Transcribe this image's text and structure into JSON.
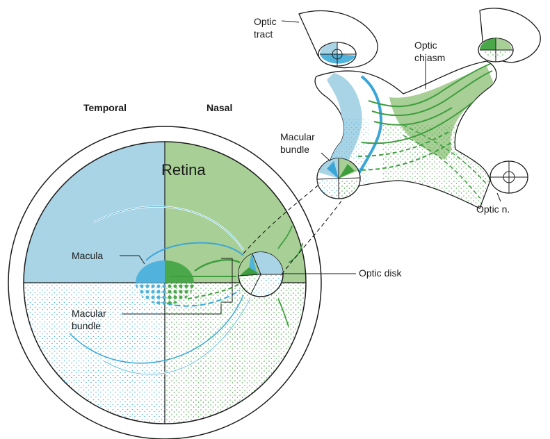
{
  "labels": {
    "temporal": "Temporal",
    "nasal": "Nasal",
    "retina": "Retina",
    "macula": "Macula",
    "macular_bundle_retina_line1": "Macular",
    "macular_bundle_retina_line2": "bundle",
    "optic_disk": "Optic disk",
    "optic_tract_line1": "Optic",
    "optic_tract_line2": "tract",
    "optic_chiasm_line1": "Optic",
    "optic_chiasm_line2": "chiasm",
    "macular_bundle_nerve_line1": "Macular",
    "macular_bundle_nerve_line2": "bundle",
    "optic_nerve": "Optic n."
  },
  "colors": {
    "temporal_blue": "#a9d4e6",
    "nasal_green": "#a8cf96",
    "macula_blue": "#4fb3dc",
    "macula_green": "#4aa84a",
    "fiber_blue": "#3aa6d8",
    "fiber_green": "#3e9e3e",
    "outline": "#1a1a1a"
  }
}
